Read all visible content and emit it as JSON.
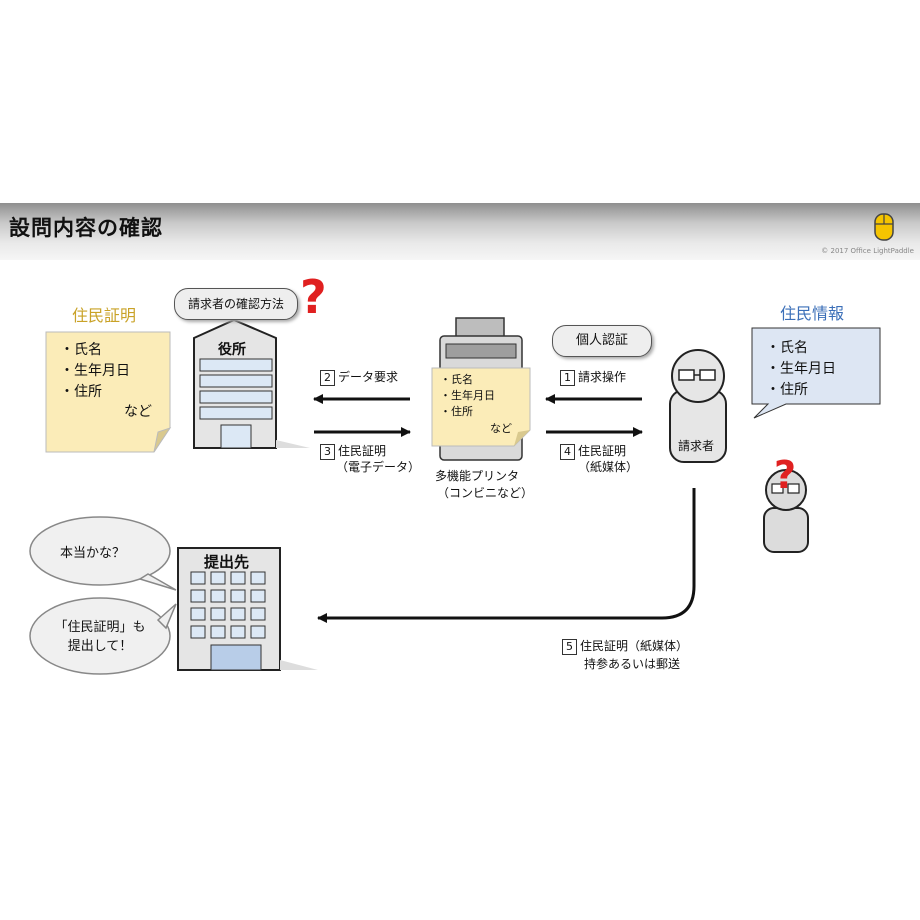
{
  "header": {
    "title": "設問内容の確認",
    "copyright": "© 2017 Office LightPaddle"
  },
  "left_note": {
    "title": "住民証明",
    "items": [
      "氏名",
      "生年月日",
      "住所"
    ],
    "more": "など"
  },
  "right_note": {
    "title": "住民情報",
    "items": [
      "氏名",
      "生年月日",
      "住所"
    ]
  },
  "city_hall": {
    "name": "役所",
    "question_bubble": "請求者の確認方法"
  },
  "printer": {
    "paper_items": [
      "氏名",
      "生年月日",
      "住所"
    ],
    "paper_more": "など",
    "caption_line1": "多機能プリンタ",
    "caption_line2": "（コンビニなど）"
  },
  "requester": {
    "label": "請求者",
    "auth_bubble": "個人認証"
  },
  "steps": {
    "s1": {
      "num": "1",
      "text": "請求操作"
    },
    "s2": {
      "num": "2",
      "text": "データ要求"
    },
    "s3": {
      "num": "3",
      "text": "住民証明",
      "sub": "（電子データ）"
    },
    "s4": {
      "num": "4",
      "text": "住民証明",
      "sub": "（紙媒体）"
    },
    "s5": {
      "num": "5",
      "text": "住民証明（紙媒体）",
      "sub": "持参あるいは郵送"
    }
  },
  "destination": {
    "name": "提出先",
    "speech1": "本当かな？",
    "speech2_line1": "「住民証明」も",
    "speech2_line2": "提出して！"
  },
  "question_mark": "?",
  "colors": {
    "left_title": "#c9a227",
    "right_title": "#3b6fb8",
    "note_fill": "#fbecb8",
    "info_fill": "#dde6f3",
    "question": "#e02020"
  }
}
